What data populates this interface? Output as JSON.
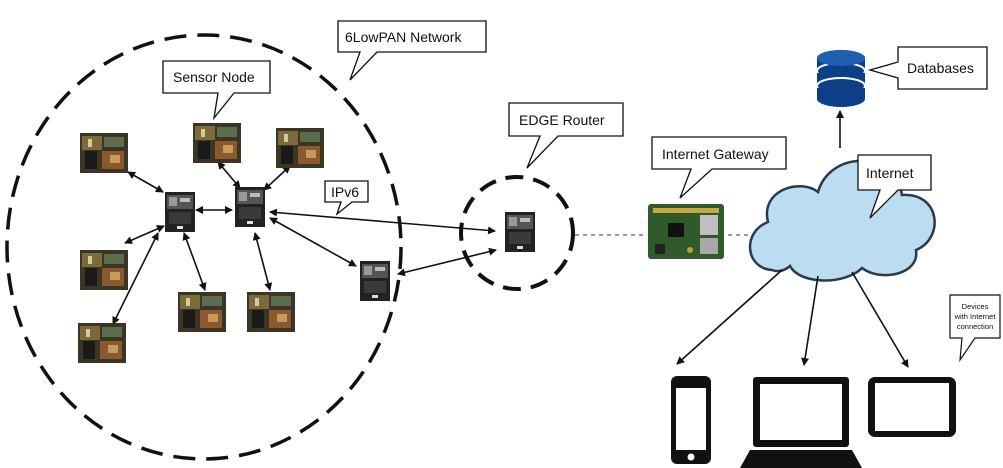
{
  "labels": {
    "network": "6LowPAN Network",
    "sensor_node": "Sensor Node",
    "ipv6": "IPv6",
    "edge_router": "EDGE Router",
    "internet_gateway": "Internet Gateway",
    "databases": "Databases",
    "internet": "Internet",
    "devices_line1": "Devices",
    "devices_line2": "with Internet",
    "devices_line3": "connection"
  },
  "colors": {
    "cloud_fill": "#bcdcf2",
    "database": "#0d3f86",
    "line": "#111111"
  },
  "icons": {
    "database": "database-icon",
    "cloud": "cloud-icon",
    "gateway": "circuit-board-icon",
    "phone": "smartphone-icon",
    "laptop": "laptop-icon",
    "tablet": "tablet-icon"
  }
}
